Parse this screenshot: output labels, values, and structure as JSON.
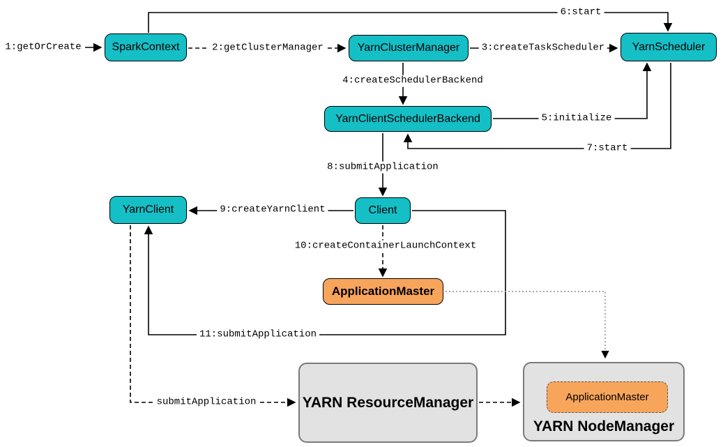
{
  "nodes": {
    "spark_context": {
      "label": "SparkContext"
    },
    "yarn_cluster_manager": {
      "label": "YarnClusterManager"
    },
    "yarn_scheduler": {
      "label": "YarnScheduler"
    },
    "yarn_client_scheduler_backend": {
      "label": "YarnClientSchedulerBackend"
    },
    "yarn_client": {
      "label": "YarnClient"
    },
    "client": {
      "label": "Client"
    },
    "application_master": {
      "label": "ApplicationMaster"
    },
    "yarn_resource_manager": {
      "label": "YARN ResourceManager"
    },
    "yarn_node_manager": {
      "label": "YARN NodeManager"
    },
    "application_master_in_node_manager": {
      "label": "ApplicationMaster"
    }
  },
  "edges": {
    "e1": {
      "label": "1:getOrCreate",
      "style": "solid"
    },
    "e2": {
      "label": "2:getClusterManager",
      "style": "dashed"
    },
    "e3": {
      "label": "3:createTaskScheduler",
      "style": "solid"
    },
    "e4": {
      "label": "4:createSchedulerBackend",
      "style": "solid"
    },
    "e5": {
      "label": "5:initialize",
      "style": "solid"
    },
    "e6": {
      "label": "6:start",
      "style": "solid"
    },
    "e7": {
      "label": "7:start",
      "style": "solid"
    },
    "e8": {
      "label": "8:submitApplication",
      "style": "solid"
    },
    "e9": {
      "label": "9:createYarnClient",
      "style": "solid"
    },
    "e10": {
      "label": "10:createContainerLaunchContext",
      "style": "dashed"
    },
    "e11": {
      "label": "11:submitApplication",
      "style": "solid"
    },
    "e_submit": {
      "label": "submitApplication",
      "style": "dashed"
    },
    "e_rm_to_nm": {
      "label": "",
      "style": "dashed"
    },
    "e_am_to_nm": {
      "label": "",
      "style": "dotted"
    }
  },
  "colors": {
    "node_teal": "#15bfc6",
    "node_orange": "#f8a55c",
    "container_gray_fill": "#e2e2e2",
    "container_gray_border": "#7a7a7a",
    "line_black": "#000000",
    "dotted_line_gray": "#8a8a8a"
  }
}
